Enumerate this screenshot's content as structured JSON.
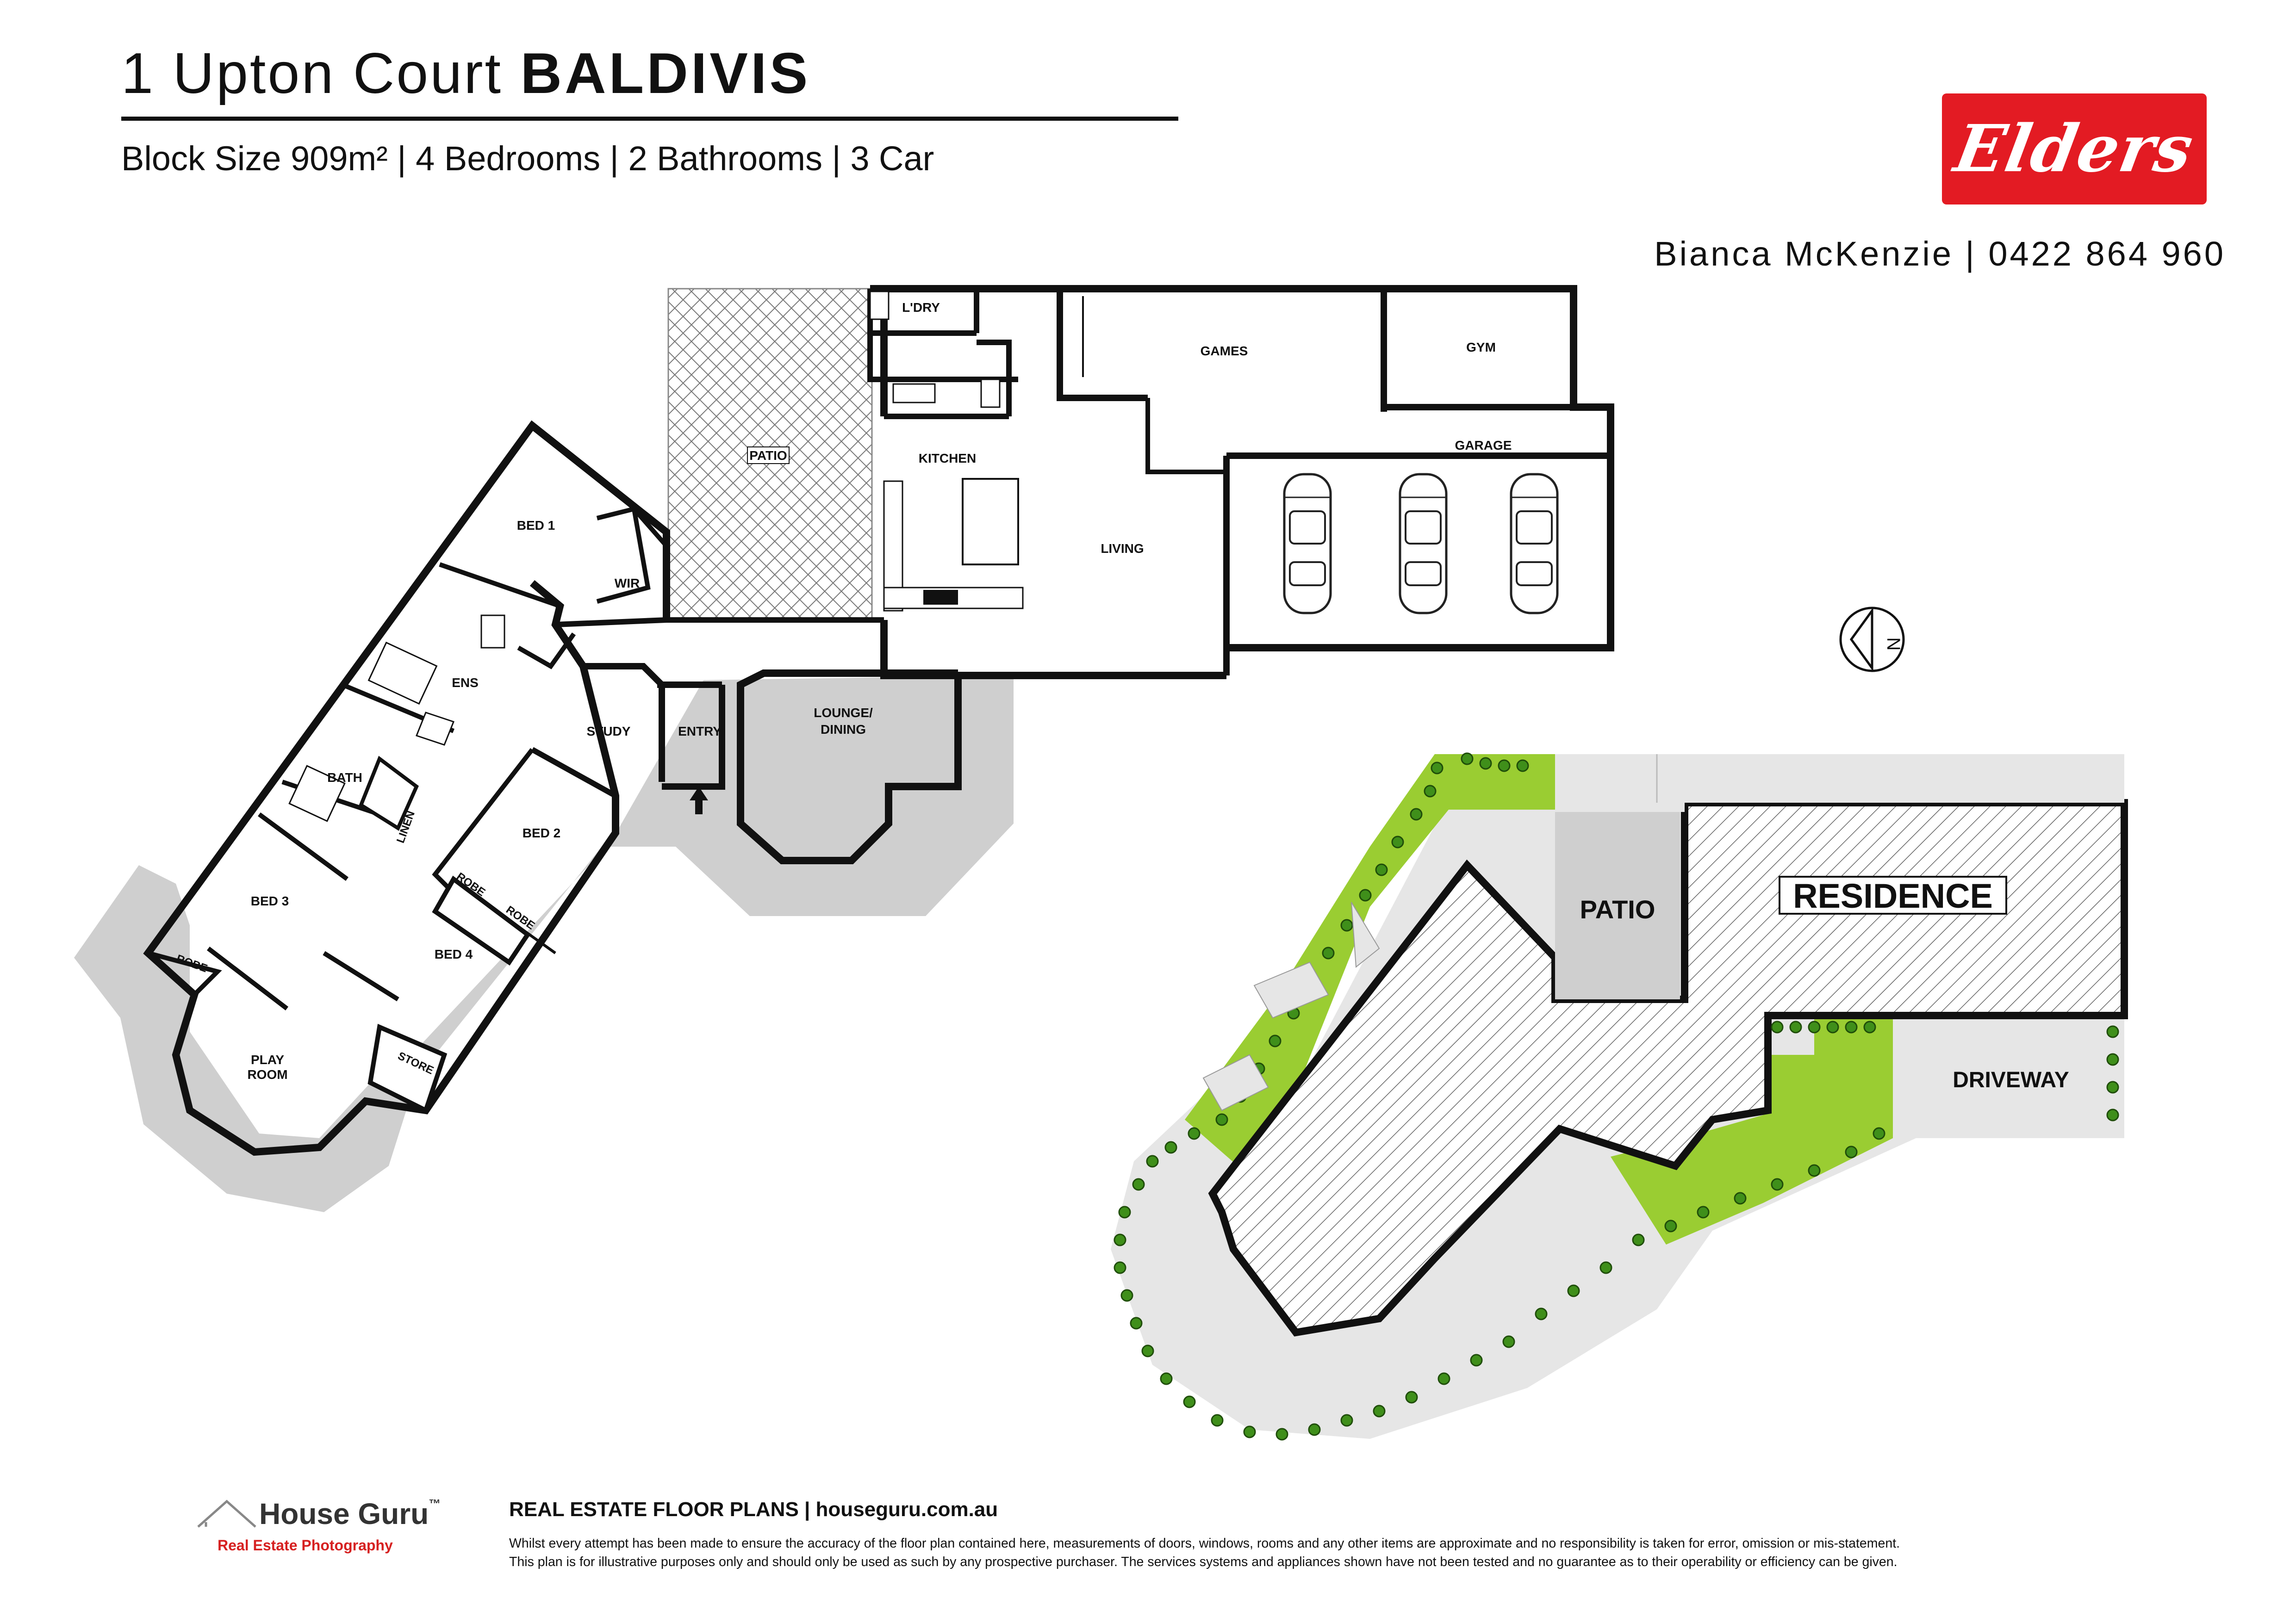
{
  "header": {
    "address": "1 Upton Court",
    "suburb": "BALDIVIS",
    "specs": "Block Size 909m² | 4 Bedrooms | 2 Bathrooms | 3 Car",
    "agent": "Bianca McKenzie | 0422 864 960"
  },
  "brand": {
    "logo_text": "Elders",
    "logo_color": "#e31b23"
  },
  "floor_plan": {
    "rooms": {
      "laundry": "L'DRY",
      "games": "GAMES",
      "gym": "GYM",
      "patio": "PATIO",
      "garage": "GARAGE",
      "kitchen": "KITCHEN",
      "living": "LIVING",
      "bed1": "BED 1",
      "wir": "WIR",
      "ens": "ENS",
      "study": "STUDY",
      "entry": "ENTRY",
      "lounge": "LOUNGE/",
      "dining": "DINING",
      "bath": "BATH",
      "linen": "LINEN",
      "bed2": "BED 2",
      "bed3": "BED 3",
      "bed4": "BED 4",
      "robe": "ROBE",
      "play1": "PLAY",
      "play2": "ROOM",
      "store": "STORE"
    },
    "north": "N"
  },
  "site_plan": {
    "patio": "PATIO",
    "residence": "RESIDENCE",
    "driveway": "DRIVEWAY"
  },
  "footer": {
    "brand": "House Guru",
    "brand_tm": "™",
    "brand_sub": "Real Estate Photography",
    "heading": "REAL ESTATE FLOOR PLANS  |  houseguru.com.au",
    "disclaimer_1": "Whilst every attempt has been made to ensure the accuracy of the floor plan contained here, measurements of doors, windows, rooms and any other items are approximate and no responsibility is taken for error, omission or mis-statement.",
    "disclaimer_2": "This plan is for illustrative purposes only and should only be used as such by any prospective purchaser. The services systems and appliances shown have not been tested and no guarantee as to their operability or efficiency can be given."
  }
}
